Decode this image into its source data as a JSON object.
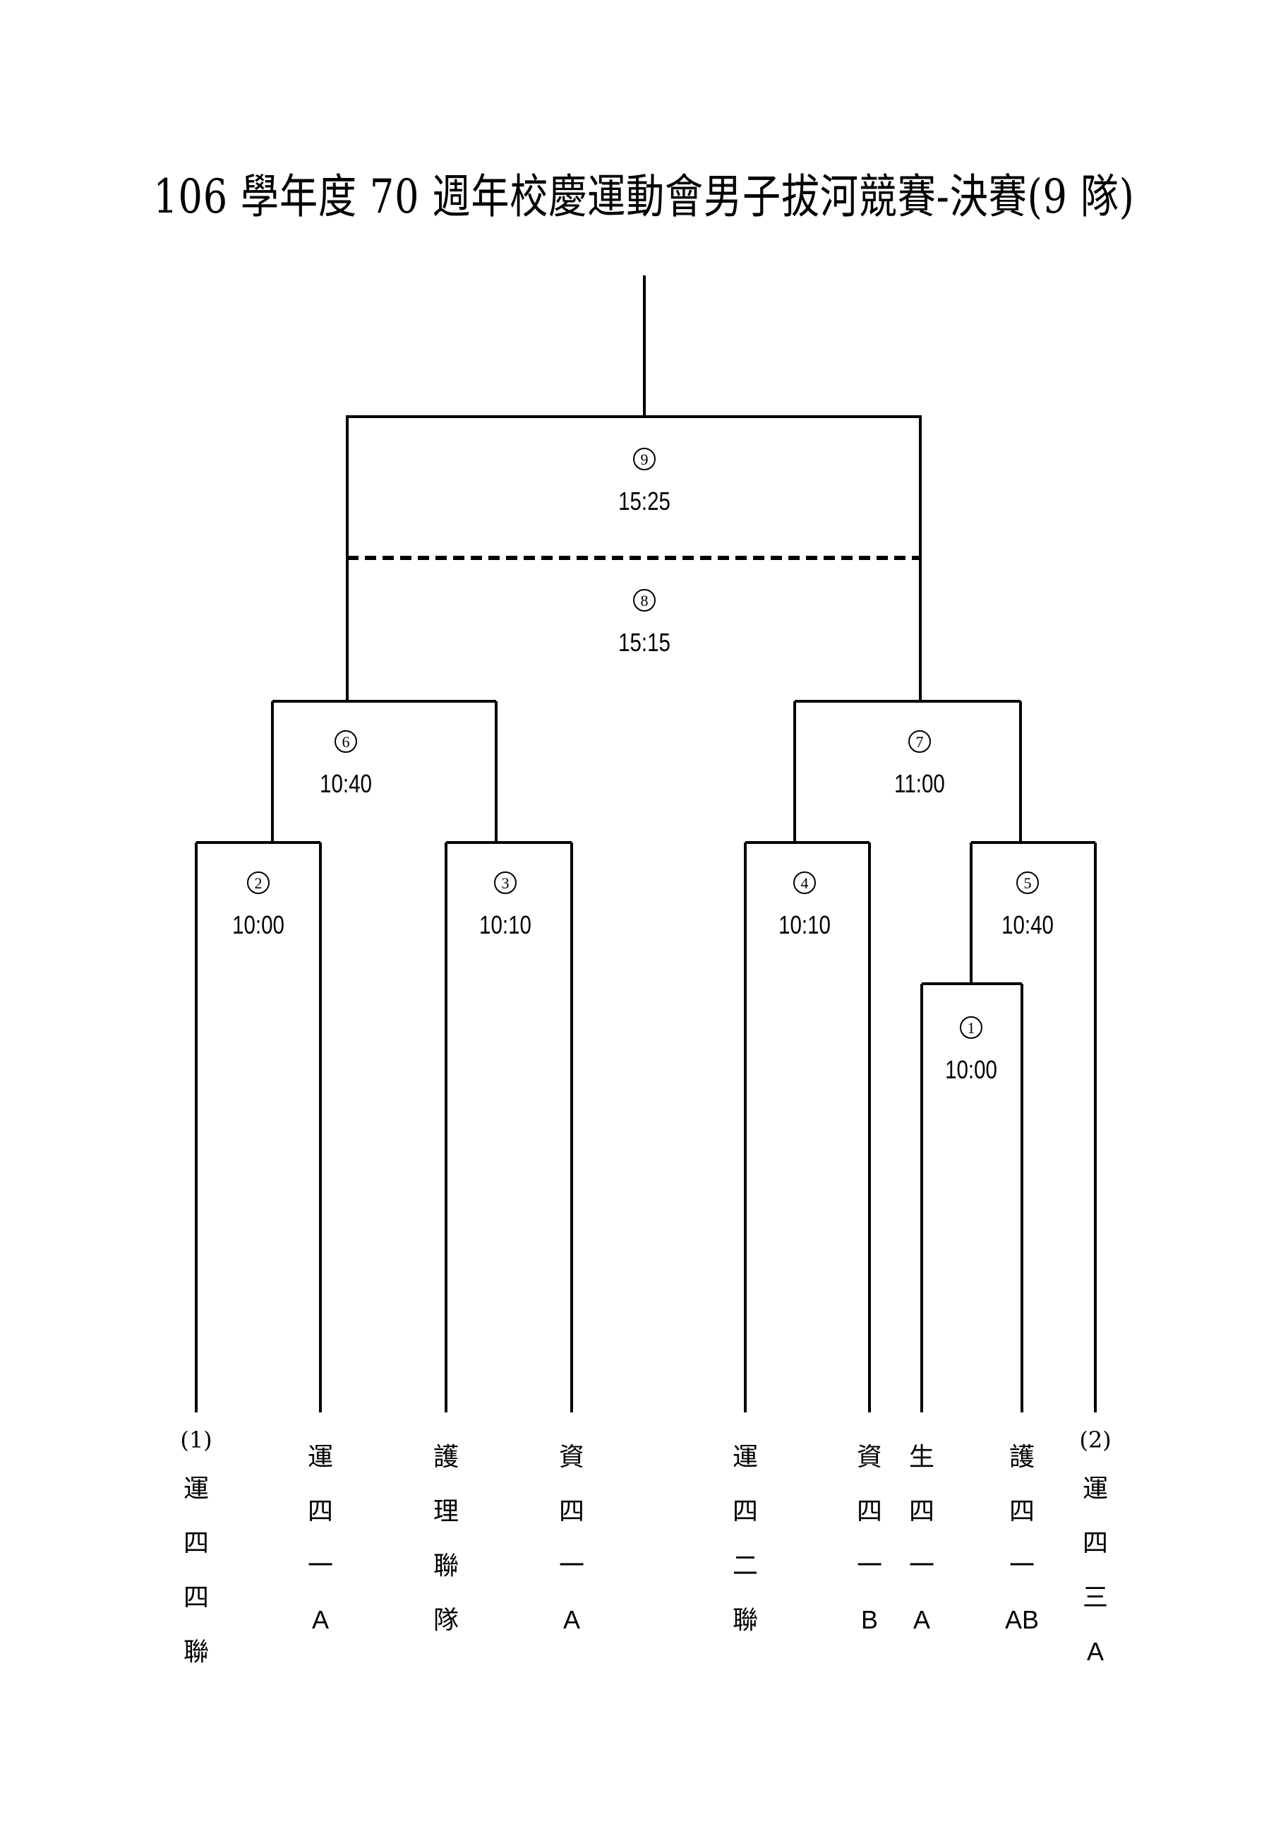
{
  "title": "106 學年度 70 週年校慶運動會男子拔河競賽-決賽(9 隊)",
  "matches": [
    {
      "number": "1",
      "symbol": "①",
      "time": "10:00"
    },
    {
      "number": "2",
      "symbol": "②",
      "time": "10:00"
    },
    {
      "number": "3",
      "symbol": "③",
      "time": "10:10"
    },
    {
      "number": "4",
      "symbol": "④",
      "time": "10:10"
    },
    {
      "number": "5",
      "symbol": "⑤",
      "time": "10:40"
    },
    {
      "number": "6",
      "symbol": "⑥",
      "time": "10:40"
    },
    {
      "number": "7",
      "symbol": "⑦",
      "time": "11:00"
    },
    {
      "number": "8",
      "symbol": "⑧",
      "time": "15:15"
    },
    {
      "number": "9",
      "symbol": "⑨",
      "time": "15:25"
    }
  ],
  "teams": [
    {
      "seed": "(1)",
      "chars": [
        "運",
        "四",
        "四",
        "聯"
      ]
    },
    {
      "seed": "",
      "chars": [
        "運",
        "四",
        "一",
        "A"
      ]
    },
    {
      "seed": "",
      "chars": [
        "護",
        "理",
        "聯",
        "隊"
      ]
    },
    {
      "seed": "",
      "chars": [
        "資",
        "四",
        "一",
        "A"
      ]
    },
    {
      "seed": "",
      "chars": [
        "運",
        "四",
        "二",
        "聯"
      ]
    },
    {
      "seed": "",
      "chars": [
        "資",
        "四",
        "一",
        "B"
      ]
    },
    {
      "seed": "",
      "chars": [
        "生",
        "四",
        "一",
        "A"
      ]
    },
    {
      "seed": "",
      "chars": [
        "護",
        "四",
        "一",
        "AB"
      ]
    },
    {
      "seed": "(2)",
      "chars": [
        "運",
        "四",
        "三",
        "A"
      ]
    }
  ]
}
